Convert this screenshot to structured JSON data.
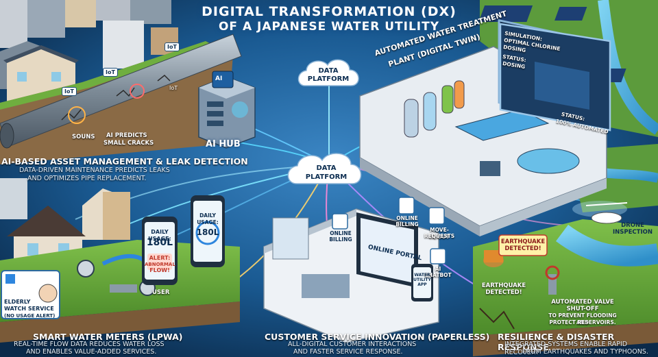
{
  "title": {
    "line1": "DIGITAL TRANSFORMATION (DX)",
    "line2": "OF A JAPANESE WATER UTILITY"
  },
  "asset_section": {
    "title": "AI-BASED ASSET MANAGEMENT & LEAK DETECTION",
    "desc_line1": "DATA-DRIVEN MAINTENANCE PREDICTS LEAKS",
    "desc_line2": "AND OPTIMIZES PIPE REPLACEMENT.",
    "iot1": "IoT",
    "iot2": "IoT",
    "iot3": "IoT",
    "iot4": "IoT",
    "sounds": "SOUNS",
    "predict_line1": "AI PREDICTS",
    "predict_line2": "SMALL CRACKS"
  },
  "ai_hub": {
    "label": "AI HUB",
    "chip": "AI"
  },
  "data_platform_top": {
    "line1": "DATA",
    "line2": "PLATFORM"
  },
  "data_platform_center": {
    "line1": "DATA",
    "line2": "PLATFORM"
  },
  "treatment_plant": {
    "title_line1": "AUTOMATED WATER TREATMENT",
    "title_line2": "PLANT (DIGITAL TWIN)",
    "screen_line1": "SIMULATION:",
    "screen_line2": "OPTIMAL CHLORINE",
    "screen_line3": "DOSING",
    "screen_line4": "STATUS:",
    "screen_line5": "DOSING",
    "status_line1": "STATUS:",
    "status_line2": "100% AUTOMATED"
  },
  "smart_meter_section": {
    "title": "SMART WATER METERS (LPWA)",
    "desc_line1": "REAL-TIME FLOW DATA REDUCES WATER LOSS",
    "desc_line2": "AND ENABLES VALUE-ADDED SERVICES.",
    "elderly_line1": "ELDERLY",
    "elderly_line2": "WATCH SERVICE",
    "elderly_line3": "(NO USAGE ALERT)",
    "user": "USER",
    "phone1_line1": "DAILY USAGE:",
    "phone1_value": "180L",
    "phone1_alert1": "ALERT:",
    "phone1_alert2": "ABNORMAL",
    "phone1_alert3": "FLOW!",
    "phone2_line1": "DAILY USAGE:",
    "phone2_value": "180L"
  },
  "customer_section": {
    "title": "CUSTOMER SERVICE INNOVATION (PAPERLESS)",
    "desc_line1": "ALL-DIGITAL CUSTOMER INTERACTIONS",
    "desc_line2": "AND FASTER SERVICE RESPONSE.",
    "online_billing_1_a": "ONLINE",
    "online_billing_1_b": "BILLING",
    "online_billing_2_a": "ONLINE",
    "online_billing_2_b": "BILLING",
    "portal": "ONLINE PORTAL",
    "move_line1": "MOVE-IN/OUT",
    "move_line2": "REQUESTS",
    "chatbot_line1": "AI",
    "chatbot_line2": "CHATBOT",
    "tablet_line1": "WATER",
    "tablet_line2": "UTILITY",
    "tablet_line3": "APP"
  },
  "resilience_section": {
    "title": "RESILIENCE & DISASTER RESPONSE",
    "desc_line1": "INTEGRATED SYSTEMS ENABLE RAPID RECOVERY",
    "desc_line2": "FROM EARTHQUAKES AND TYPHOONS.",
    "eq_box_line1": "EARTHQUAKE",
    "eq_box_line2": "DETECTED!",
    "eq_ground_line1": "EARTHQUAKE",
    "eq_ground_line2": "DETECTED!",
    "drone_line1": "DRONE",
    "drone_line2": "INSPECTION",
    "valve_line1": "AUTOMATED VALVE",
    "valve_line2": "SHUT-OFF",
    "valve_line3": "TO PREVENT FLOODING AND",
    "valve_line4": "PROTECT RESERVOIRS."
  }
}
